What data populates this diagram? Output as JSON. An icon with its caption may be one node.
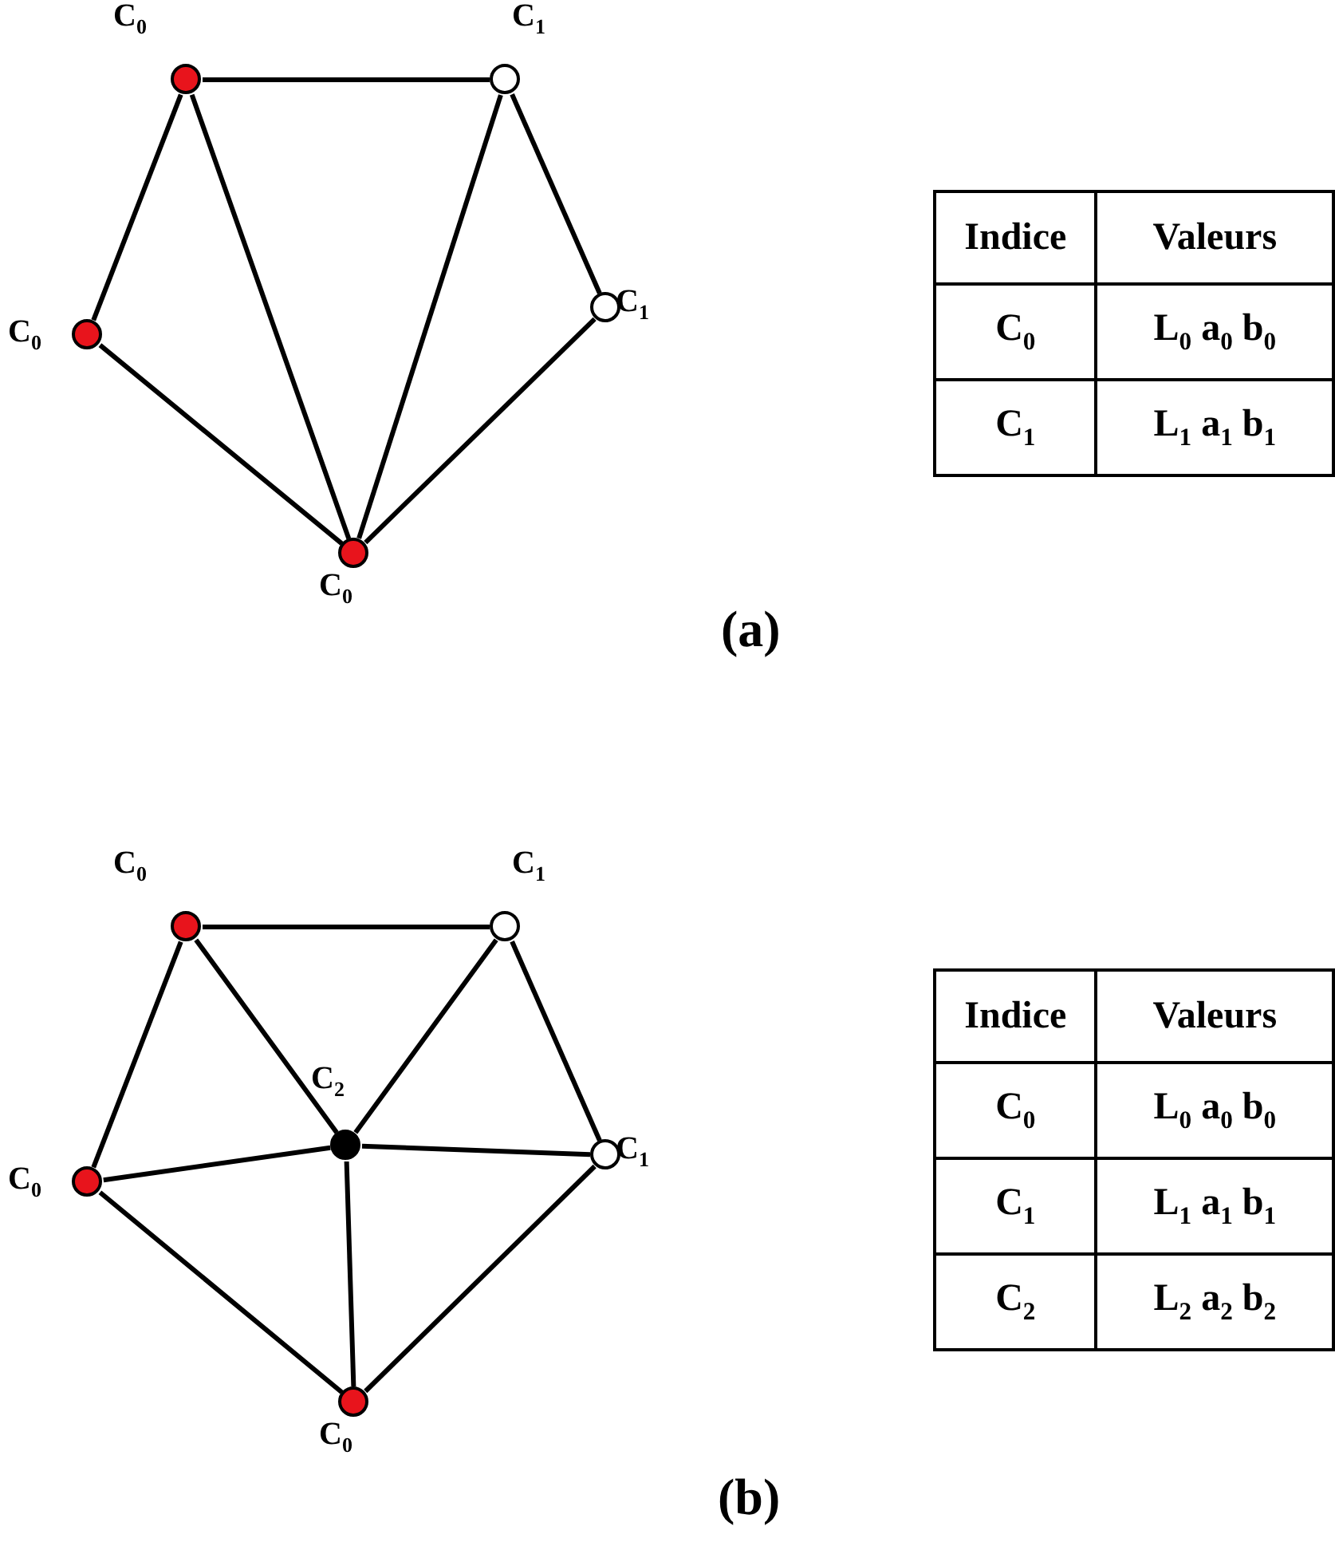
{
  "diagram": {
    "nodes": [
      {
        "text": [],
        "shape": "circle",
        "beside": [
          "C$_{0}$"
        ]
      },
      {
        "text": [],
        "shape": "circle",
        "beside": [
          "C$_{1}$"
        ]
      },
      {
        "text": [],
        "shape": "circle",
        "beside": [
          "C$_{0}$"
        ]
      },
      {
        "text": [],
        "shape": "circle",
        "beside": [
          "C$_{1}$"
        ]
      },
      {
        "text": [],
        "shape": "circle",
        "beside": [
          "C$_{0}$"
        ]
      },
      {
        "text": [],
        "shape": "circle",
        "beside": [
          "C$_{0}$"
        ]
      },
      {
        "text": [],
        "shape": "circle",
        "beside": [
          "C$_{1}$"
        ]
      },
      {
        "text": [],
        "shape": "circle",
        "beside": [
          "C$_{2}$"
        ]
      },
      {
        "text": [],
        "shape": "circle",
        "beside": [
          "C$_{0}$"
        ]
      },
      {
        "text": [],
        "shape": "circle",
        "beside": [
          "C$_{1}$"
        ]
      },
      {
        "text": [],
        "shape": "circle",
        "beside": [
          "C$_{0}$"
        ]
      }
    ],
    "edges": [
      {
        "from": 0,
        "to": 1,
        "arrow": "none"
      },
      {
        "from": 0,
        "to": 2,
        "arrow": "none"
      },
      {
        "from": 0,
        "to": 4,
        "arrow": "none"
      },
      {
        "from": 1,
        "to": 4,
        "arrow": "none"
      },
      {
        "from": 1,
        "to": 3,
        "arrow": "none"
      },
      {
        "from": 2,
        "to": 4,
        "arrow": "none"
      },
      {
        "from": 3,
        "to": 4,
        "arrow": "none"
      },
      {
        "from": 5,
        "to": 6,
        "arrow": "none"
      },
      {
        "from": 5,
        "to": 8,
        "arrow": "none"
      },
      {
        "from": 5,
        "to": 7,
        "arrow": "none"
      },
      {
        "from": 6,
        "to": 7,
        "arrow": "none"
      },
      {
        "from": 6,
        "to": 9,
        "arrow": "none"
      },
      {
        "from": 8,
        "to": 7,
        "arrow": "none"
      },
      {
        "from": 7,
        "to": 9,
        "arrow": "none"
      },
      {
        "from": 7,
        "to": 10,
        "arrow": "none"
      },
      {
        "from": 8,
        "to": 10,
        "arrow": "none"
      },
      {
        "from": 9,
        "to": 10,
        "arrow": "none"
      }
    ],
    "labels": [
      "Indice",
      "Valeurs",
      "C$_{0}$",
      "L$_{0}$ a$_{0}$ b$_{0}$",
      "C$_{1}$",
      "L$_{1}$ a$_{1}$ b$_{1}$",
      "(a)",
      "Indice",
      "Valeurs",
      "C$_{0}$",
      "L$_{0}$ a$_{0}$ b$_{0}$",
      "C$_{1}$",
      "L$_{1}$ a$_{1}$ b$_{1}$",
      "C$_{2}$",
      "L$_{2}$ a$_{2}$ b$_{2}$",
      "(b)"
    ]
  }
}
